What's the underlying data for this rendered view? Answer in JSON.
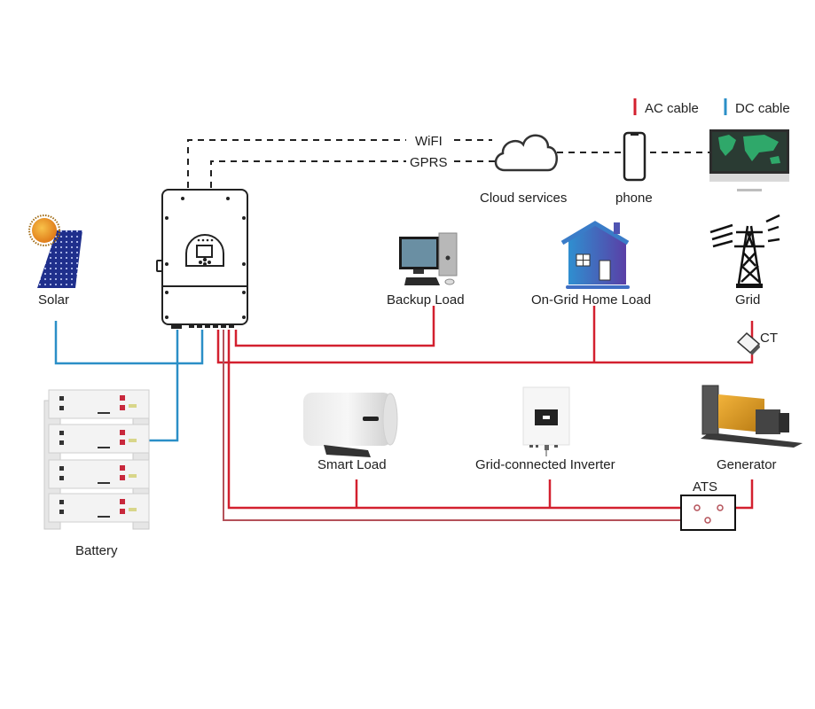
{
  "legend": {
    "ac_label": "AC cable",
    "dc_label": "DC cable",
    "ac_color": "#d3202f",
    "dc_color": "#2b8fc7"
  },
  "communication": {
    "wifi_label": "WiFI",
    "gprs_label": "GPRS"
  },
  "components": {
    "solar": "Solar",
    "battery": "Battery",
    "cloud": "Cloud services",
    "phone": "phone",
    "backup_load": "Backup Load",
    "home_load": "On-Grid Home Load",
    "grid": "Grid",
    "ct": "CT",
    "smart_load": "Smart Load",
    "grid_inverter": "Grid-connected Inverter",
    "generator": "Generator",
    "ats": "ATS"
  },
  "icons": {
    "solar": "solar-panel-icon",
    "battery": "battery-stack-icon",
    "inverter": "hybrid-inverter-icon",
    "cloud": "cloud-icon",
    "phone": "smartphone-icon",
    "monitor": "computer-monitor-icon",
    "backup_load": "desktop-computer-icon",
    "home_load": "house-icon",
    "grid": "transmission-tower-icon",
    "ct": "current-transformer-icon",
    "smart_load": "water-heater-icon",
    "grid_inverter": "string-inverter-icon",
    "generator": "generator-icon",
    "ats": "transfer-switch-icon"
  }
}
